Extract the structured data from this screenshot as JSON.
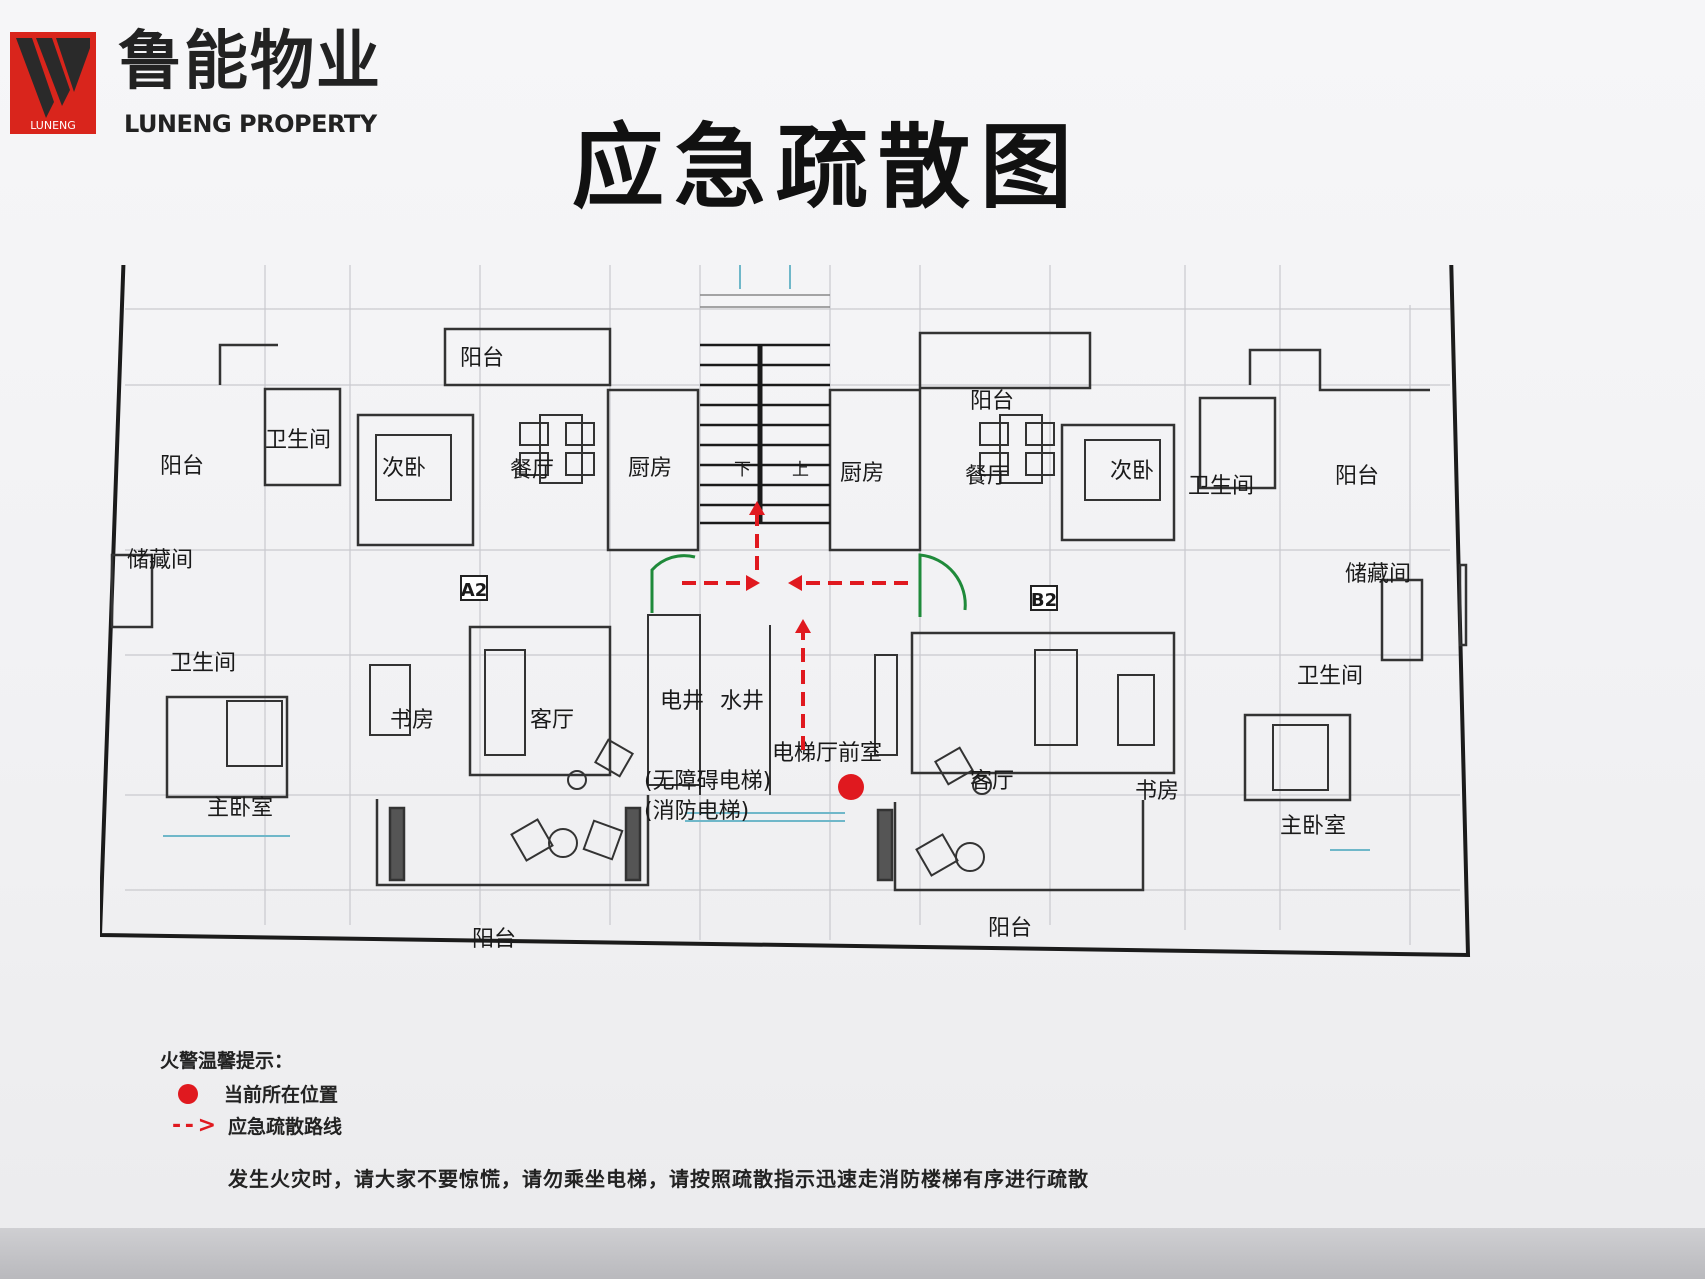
{
  "brand": {
    "name_cn": "鲁能物业",
    "name_en": "LUNENG PROPERTY",
    "logo_text": "LUNENG"
  },
  "title": "应急疏散图",
  "plan": {
    "unit_a": "A2",
    "unit_b": "B2",
    "stairs_down": "下",
    "stairs_up": "上",
    "rooms": {
      "balcony": "阳台",
      "bathroom": "卫生间",
      "second_bedroom": "次卧",
      "dining": "餐厅",
      "kitchen": "厨房",
      "storage": "储藏间",
      "study": "书房",
      "living": "客厅",
      "master_bedroom": "主卧室",
      "electrical_shaft": "电井",
      "water_shaft": "水井",
      "elevator_lobby": "电梯厅前室",
      "elevator_accessible": "(无障碍电梯)",
      "elevator_fire": "(消防电梯)"
    }
  },
  "legend": {
    "title": "火警温馨提示：",
    "current_location": "当前所在位置",
    "route": "应急疏散路线",
    "notice": "发生火灾时，请大家不要惊慌，请勿乘坐电梯，请按照疏散指示迅速走消防楼梯有序进行疏散"
  },
  "colors": {
    "route": "#e0191f",
    "door_swing": "#1f8a3a",
    "logo_red": "#d9251c",
    "wall": "#222222"
  }
}
